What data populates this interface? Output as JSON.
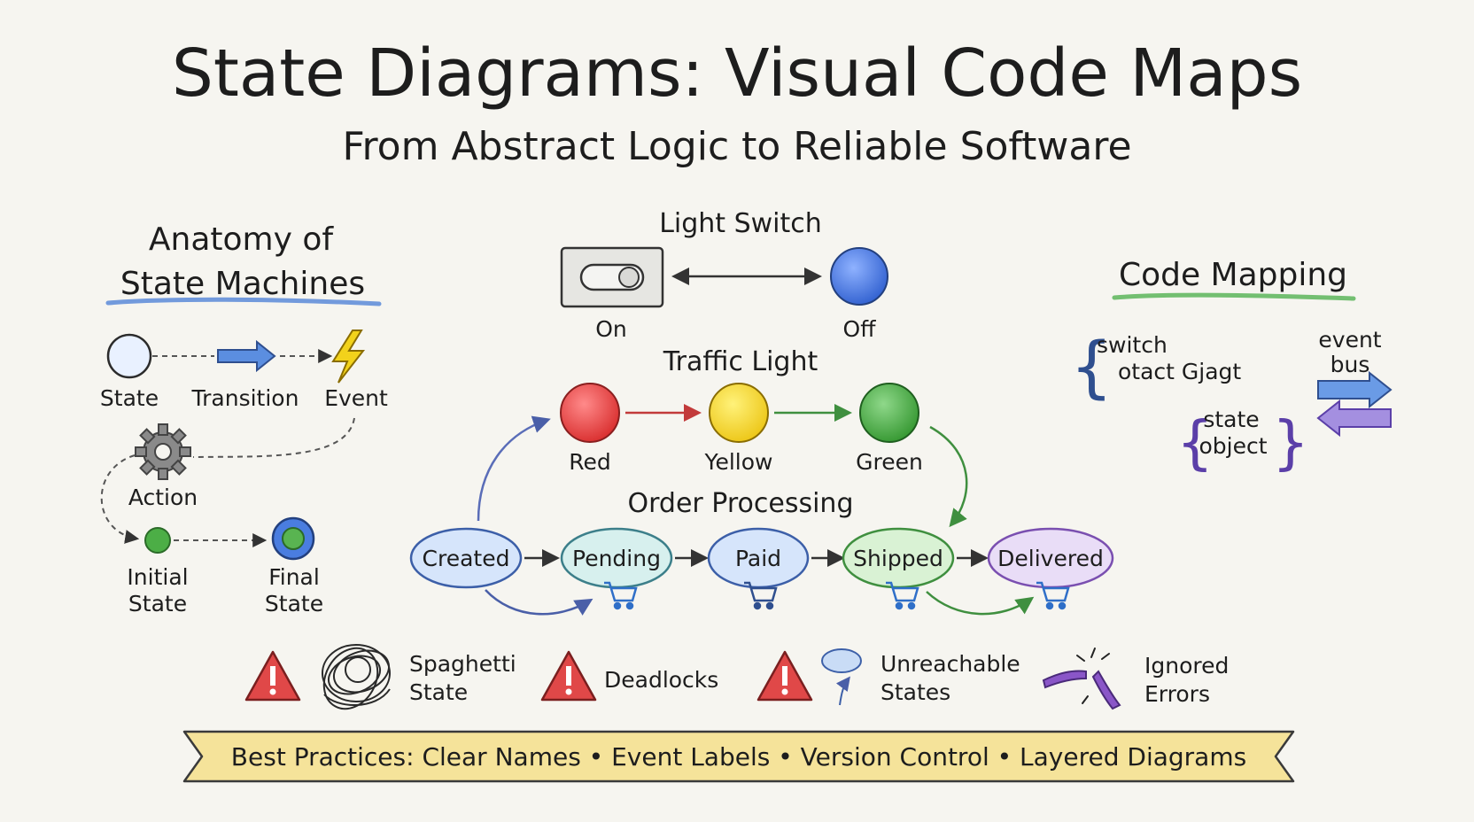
{
  "title": "State Diagrams: Visual Code Maps",
  "subtitle": "From Abstract Logic to Reliable Software",
  "anatomy": {
    "heading_line1": "Anatomy of",
    "heading_line2": "State Machines",
    "state": "State",
    "transition": "Transition",
    "event": "Event",
    "action": "Action",
    "initial_line1": "Initial",
    "initial_line2": "State",
    "final_line1": "Final",
    "final_line2": "State"
  },
  "light_switch": {
    "heading": "Light Switch",
    "on": "On",
    "off": "Off"
  },
  "traffic_light": {
    "heading": "Traffic Light",
    "red": "Red",
    "yellow": "Yellow",
    "green": "Green"
  },
  "order": {
    "heading": "Order Processing",
    "created": "Created",
    "pending": "Pending",
    "paid": "Paid",
    "shipped": "Shipped",
    "delivered": "Delivered"
  },
  "code_mapping": {
    "heading": "Code Mapping",
    "switch_line1": "switch",
    "switch_line2": "otact Gjagt",
    "event_line1": "event",
    "event_line2": "bus",
    "state_line1": "state",
    "state_line2": "object"
  },
  "pitfalls": {
    "spaghetti_line1": "Spaghetti",
    "spaghetti_line2": "State",
    "deadlocks": "Deadlocks",
    "unreachable_line1": "Unreachable",
    "unreachable_line2": "States",
    "ignored_line1": "Ignored",
    "ignored_line2": "Errors"
  },
  "banner": "Best Practices: Clear Names • Event Labels • Version Control • Layered Diagrams",
  "colors": {
    "red": "#e23b3b",
    "yellow": "#f4d51a",
    "green": "#3fa83f",
    "blue": "#3f6fd8",
    "banner": "#f5e39a",
    "warning": "#e04848"
  }
}
